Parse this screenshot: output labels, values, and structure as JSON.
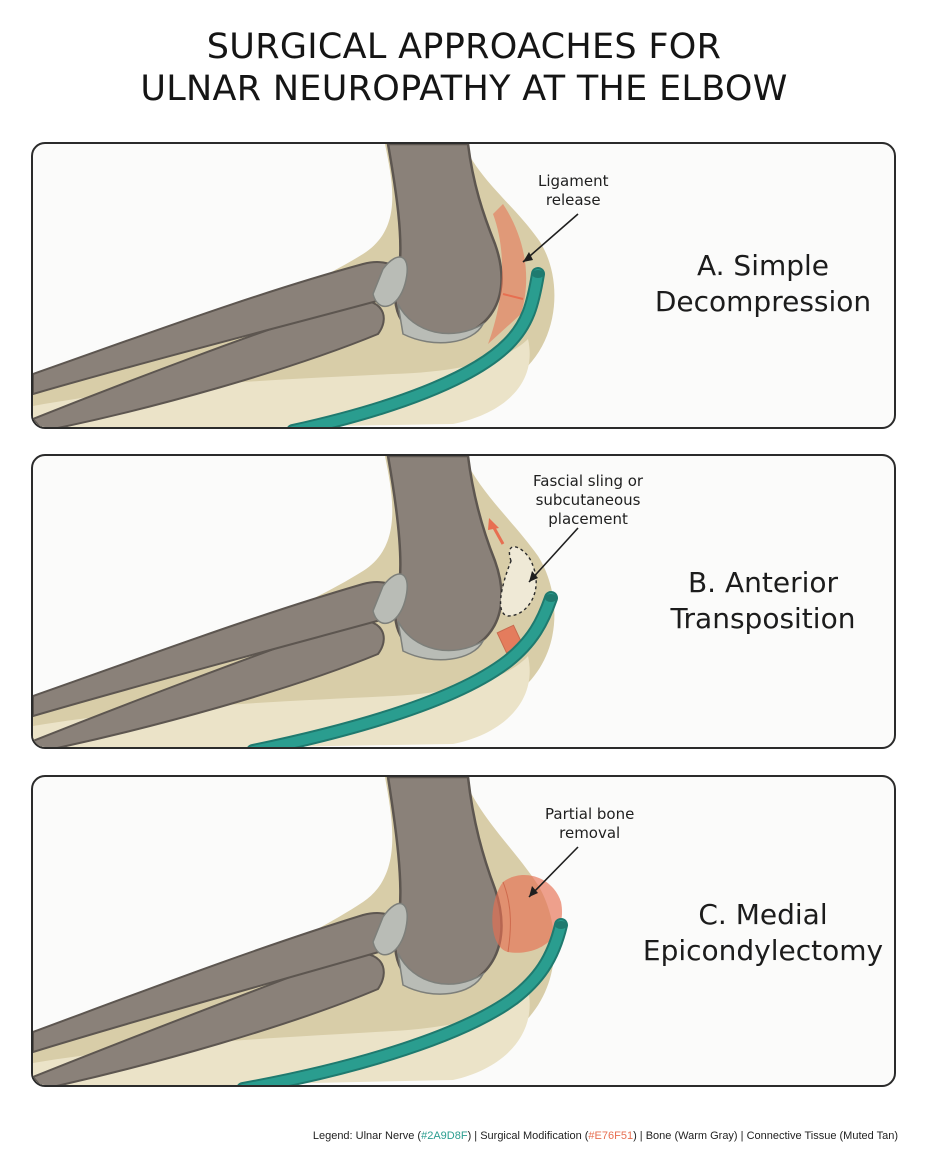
{
  "title": {
    "line1": "SURGICAL APPROACHES FOR",
    "line2": "ULNAR NEUROPATHY AT THE ELBOW"
  },
  "panels": [
    {
      "name_line1": "A. Simple",
      "name_line2": "Decompression",
      "callout_line1": "Ligament",
      "callout_line2": "release"
    },
    {
      "name_line1": "B. Anterior",
      "name_line2": "Transposition",
      "callout_line1": "Fascial sling or",
      "callout_line2": "subcutaneous",
      "callout_line3": "placement"
    },
    {
      "name_line1": "C. Medial",
      "name_line2": "Epicondylectomy",
      "callout_line1": "Partial bone",
      "callout_line2": "removal"
    }
  ],
  "legend": {
    "prefix": "Legend: Ulnar Nerve (",
    "nerve_hex": "#2A9D8F",
    "mid1": ") | Surgical Modification (",
    "mod_hex": "#E76F51",
    "suffix": ") | Bone (Warm Gray) | Connective Tissue (Muted Tan)"
  },
  "colors": {
    "nerve": "#2A9D8F",
    "modification": "#E76F51",
    "bone": "#8a8179",
    "bone_dark": "#5d5650",
    "cartilage": "#b9bcb6",
    "tissue": "#d8cda8",
    "tissue_light": "#ebe3c8"
  }
}
